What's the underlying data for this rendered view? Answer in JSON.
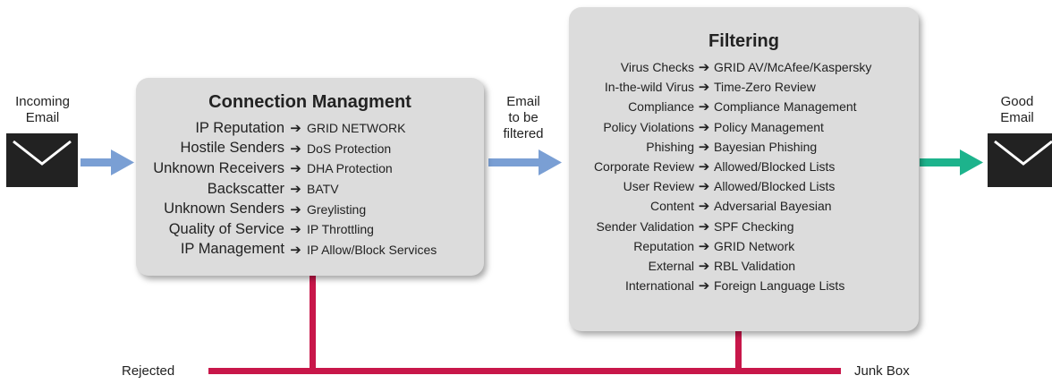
{
  "colors": {
    "box_fill": "#dcdcdc",
    "envelope": "#222222",
    "input_arrow": "#7a9fd4",
    "output_arrow": "#1db38c",
    "reject_line": "#c8174a"
  },
  "incoming": {
    "line1": "Incoming",
    "line2": "Email",
    "icon": "envelope-icon"
  },
  "outgoing": {
    "line1": "Good",
    "line2": "Email",
    "icon": "envelope-icon"
  },
  "middle_label": {
    "line1": "Email",
    "line2": "to be",
    "line3": "filtered"
  },
  "connection": {
    "title": "Connection Managment",
    "rows": [
      {
        "key": "IP Reputation",
        "arrow": "➔",
        "value": "GRID NETWORK"
      },
      {
        "key": "Hostile Senders",
        "arrow": "➔",
        "value": "DoS Protection"
      },
      {
        "key": "Unknown Receivers",
        "arrow": "➔",
        "value": "DHA Protection"
      },
      {
        "key": "Backscatter",
        "arrow": "➔",
        "value": "BATV"
      },
      {
        "key": "Unknown Senders",
        "arrow": "➔",
        "value": "Greylisting"
      },
      {
        "key": "Quality of Service",
        "arrow": "➔",
        "value": "IP Throttling"
      },
      {
        "key": "IP Management",
        "arrow": "➔",
        "value": "IP Allow/Block Services"
      }
    ]
  },
  "filtering": {
    "title": "Filtering",
    "rows": [
      {
        "key": "Virus Checks",
        "arrow": "➔",
        "value": "GRID AV/McAfee/Kaspersky"
      },
      {
        "key": "In-the-wild Virus",
        "arrow": "➔",
        "value": "Time-Zero Review"
      },
      {
        "key": "Compliance",
        "arrow": "➔",
        "value": "Compliance Management"
      },
      {
        "key": "Policy Violations",
        "arrow": "➔",
        "value": "Policy Management"
      },
      {
        "key": "Phishing",
        "arrow": "➔",
        "value": "Bayesian Phishing"
      },
      {
        "key": "Corporate Review",
        "arrow": "➔",
        "value": "Allowed/Blocked Lists"
      },
      {
        "key": "User Review",
        "arrow": "➔",
        "value": "Allowed/Blocked Lists"
      },
      {
        "key": "Content",
        "arrow": "➔",
        "value": "Adversarial Bayesian"
      },
      {
        "key": "Sender Validation",
        "arrow": "➔",
        "value": "SPF Checking"
      },
      {
        "key": "Reputation",
        "arrow": "➔",
        "value": "GRID Network"
      },
      {
        "key": "External",
        "arrow": "➔",
        "value": "RBL Validation"
      },
      {
        "key": "International",
        "arrow": "➔",
        "value": "Foreign Language Lists"
      }
    ]
  },
  "bottom": {
    "left_label": "Rejected",
    "right_label": "Junk Box"
  }
}
